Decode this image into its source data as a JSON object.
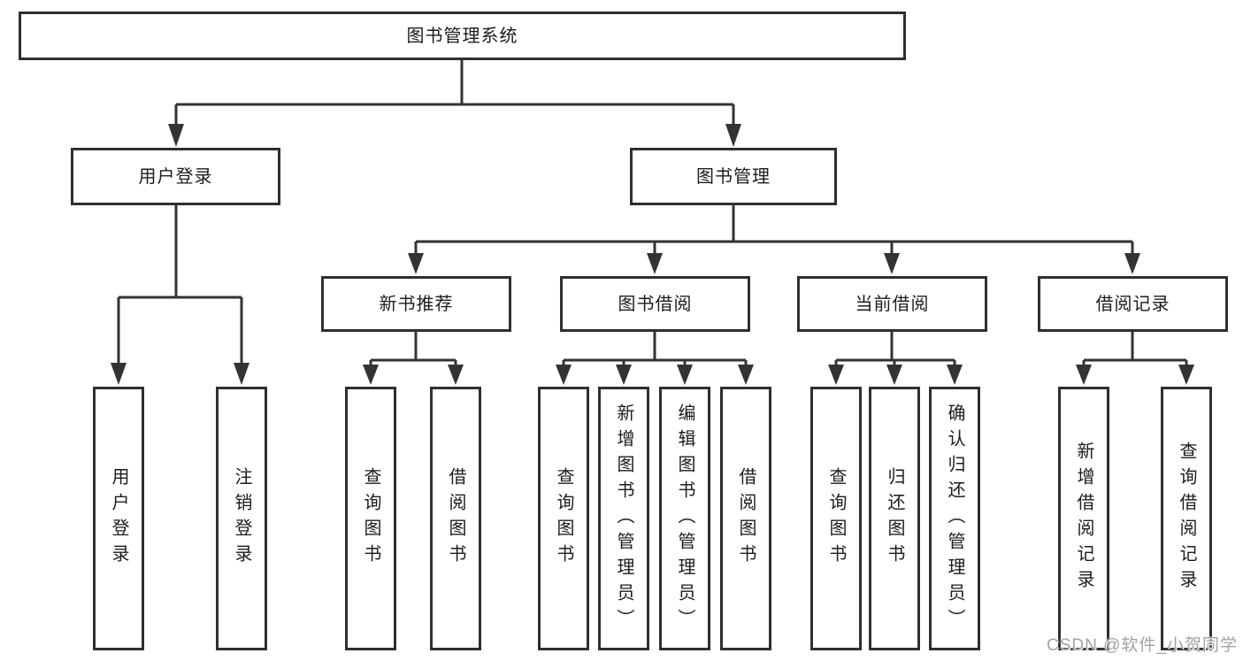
{
  "diagram": {
    "title": "图书管理系统",
    "root": {
      "label": "图书管理系统"
    },
    "level2": [
      {
        "label": "用户登录"
      },
      {
        "label": "图书管理"
      }
    ],
    "level3": [
      {
        "label": "新书推荐"
      },
      {
        "label": "图书借阅"
      },
      {
        "label": "当前借阅"
      },
      {
        "label": "借阅记录"
      }
    ],
    "leaves": {
      "login": [
        {
          "label": "用户登录"
        },
        {
          "label": "注销登录"
        }
      ],
      "recommend": [
        {
          "label": "查询图书"
        },
        {
          "label": "借阅图书"
        }
      ],
      "borrow": [
        {
          "label": "查询图书"
        },
        {
          "label": "新增图书（管理员）"
        },
        {
          "label": "编辑图书（管理员）"
        },
        {
          "label": "借阅图书"
        }
      ],
      "current": [
        {
          "label": "查询图书"
        },
        {
          "label": "归还图书"
        },
        {
          "label": "确认归还（管理员）"
        }
      ],
      "records": [
        {
          "label": "新增借阅记录"
        },
        {
          "label": "查询借阅记录"
        }
      ]
    },
    "hierarchy": [
      {
        "parent": "图书管理系统",
        "children": [
          "用户登录",
          "图书管理"
        ]
      },
      {
        "parent": "用户登录",
        "children": [
          "用户登录",
          "注销登录"
        ]
      },
      {
        "parent": "图书管理",
        "children": [
          "新书推荐",
          "图书借阅",
          "当前借阅",
          "借阅记录"
        ]
      },
      {
        "parent": "新书推荐",
        "children": [
          "查询图书",
          "借阅图书"
        ]
      },
      {
        "parent": "图书借阅",
        "children": [
          "查询图书",
          "新增图书（管理员）",
          "编辑图书（管理员）",
          "借阅图书"
        ]
      },
      {
        "parent": "当前借阅",
        "children": [
          "查询图书",
          "归还图书",
          "确认归还（管理员）"
        ]
      },
      {
        "parent": "借阅记录",
        "children": [
          "新增借阅记录",
          "查询借阅记录"
        ]
      }
    ],
    "colors": {
      "line": "#333333",
      "box_border": "#2f2f2f",
      "text": "#1c1c1c",
      "background": "#ffffff",
      "watermark": "#a2a2a2"
    }
  },
  "watermark": {
    "text": "CSDN @软件_小贺同学"
  }
}
